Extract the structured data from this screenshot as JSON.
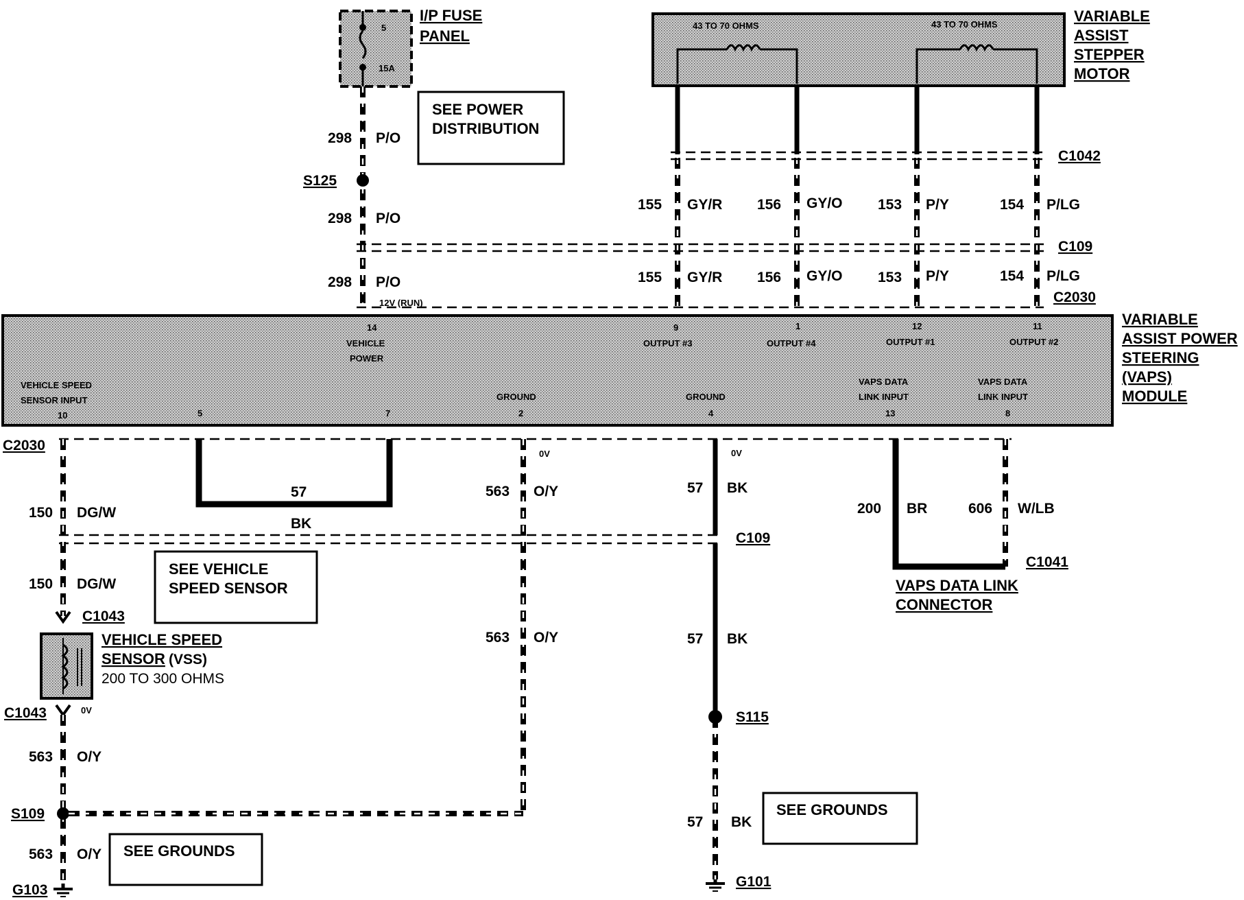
{
  "fuse_panel": {
    "title_line1": "I/P FUSE",
    "title_line2": "PANEL",
    "fuse_number": "5",
    "fuse_rating": "15A"
  },
  "notes": {
    "power_distribution_line1": "SEE POWER",
    "power_distribution_line2": "DISTRIBUTION",
    "vehicle_speed_sensor_line1": "SEE VEHICLE",
    "vehicle_speed_sensor_line2": "SPEED SENSOR",
    "grounds_left": "SEE GROUNDS",
    "grounds_right": "SEE GROUNDS"
  },
  "stepper_motor": {
    "title_line1": "VARIABLE",
    "title_line2": "ASSIST",
    "title_line3": "STEPPER",
    "title_line4": "MOTOR",
    "coil1": "43 TO 70 OHMS",
    "coil2": "43 TO 70 OHMS"
  },
  "vaps_module": {
    "title_line1": "VARIABLE",
    "title_line2": "ASSIST POWER",
    "title_line3": "STEERING",
    "title_line4": "(VAPS)",
    "title_line5": "MODULE",
    "pins": {
      "p14": "14",
      "vehicle": "VEHICLE",
      "power": "POWER",
      "p9": "9",
      "out3": "OUTPUT #3",
      "p1": "1",
      "out4": "OUTPUT #4",
      "p12": "12",
      "out1": "OUTPUT #1",
      "p11": "11",
      "out2": "OUTPUT #2",
      "vss_in1": "VEHICLE SPEED",
      "vss_in2": "SENSOR INPUT",
      "p10": "10",
      "p5": "5",
      "p7": "7",
      "ground_a": "GROUND",
      "p2": "2",
      "ground_b": "GROUND",
      "p4": "4",
      "vdl1_a": "VAPS DATA",
      "vdl1_b": "LINK INPUT",
      "p13": "13",
      "vdl2_a": "VAPS DATA",
      "vdl2_b": "LINK INPUT",
      "p8": "8"
    }
  },
  "connectors": {
    "c1042": "C1042",
    "c109_top": "C109",
    "c2030_top": "C2030",
    "c2030_bottom": "C2030",
    "c109_bottom": "C109",
    "c1041": "C1041",
    "c1043_top": "C1043",
    "c1043_bottom": "C1043"
  },
  "splices": {
    "s125": "S125",
    "s109": "S109",
    "s115": "S115"
  },
  "grounds": {
    "g103": "G103",
    "g101": "G101"
  },
  "voltages": {
    "run_12v": "12V (RUN)",
    "v0_a": "0V",
    "v0_b": "0V",
    "v0_c": "0V"
  },
  "circuits": [
    {
      "num": "298",
      "color": "P/O"
    },
    {
      "num": "298",
      "color": "P/O"
    },
    {
      "num": "298",
      "color": "P/O"
    },
    {
      "num": "155",
      "color": "GY/R"
    },
    {
      "num": "156",
      "color": "GY/O"
    },
    {
      "num": "153",
      "color": "P/Y"
    },
    {
      "num": "154",
      "color": "P/LG"
    },
    {
      "num": "155",
      "color": "GY/R"
    },
    {
      "num": "156",
      "color": "GY/O"
    },
    {
      "num": "153",
      "color": "P/Y"
    },
    {
      "num": "154",
      "color": "P/LG"
    },
    {
      "num": "150",
      "color": "DG/W"
    },
    {
      "num": "150",
      "color": "DG/W"
    },
    {
      "num": "57",
      "color": "BK"
    },
    {
      "num": "563",
      "color": "O/Y"
    },
    {
      "num": "563",
      "color": "O/Y"
    },
    {
      "num": "57",
      "color": "BK"
    },
    {
      "num": "57",
      "color": "BK"
    },
    {
      "num": "57",
      "color": "BK"
    },
    {
      "num": "200",
      "color": "BR"
    },
    {
      "num": "606",
      "color": "W/LB"
    },
    {
      "num": "563",
      "color": "O/Y"
    },
    {
      "num": "563",
      "color": "O/Y"
    }
  ],
  "vss": {
    "title_line1": "VEHICLE SPEED",
    "title_line2": "SENSOR",
    "title_suffix": "(VSS)",
    "resistance": "200 TO 300 OHMS"
  },
  "data_link": {
    "title_line1": "VAPS DATA LINK",
    "title_line2": "CONNECTOR"
  }
}
